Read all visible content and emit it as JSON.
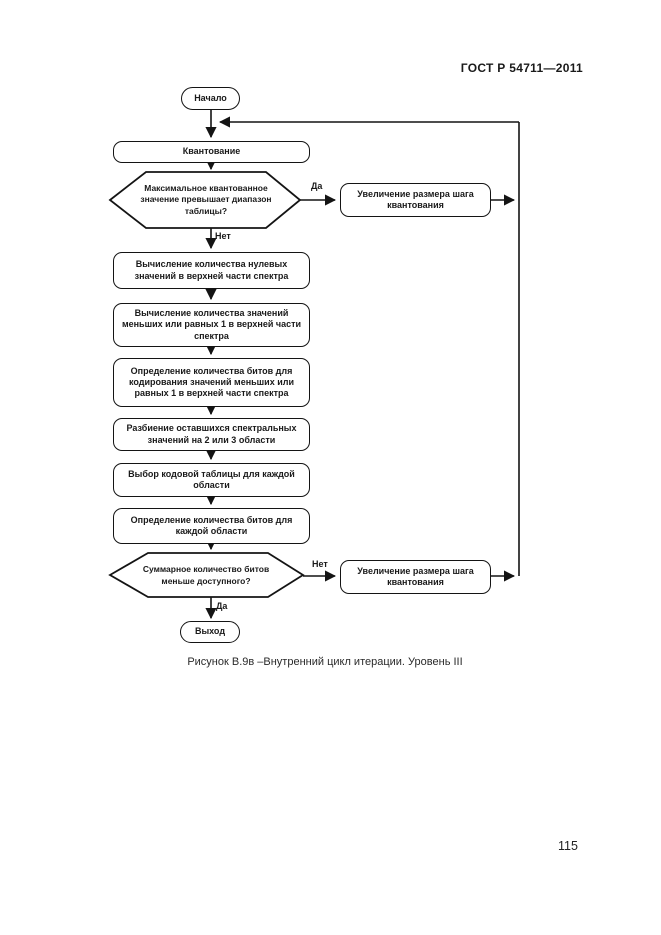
{
  "header": {
    "title": "ГОСТ Р 54711—2011"
  },
  "flowchart": {
    "start": "Начало",
    "quantization": "Квантование",
    "decision_max": "Максимальное квантованное значение превышает диапазон таблицы?",
    "increase_step_1": "Увеличение размера шага квантования",
    "calc_zero": "Вычисление количества нулевых значений в верхней части спектра",
    "calc_leq1": "Вычисление количества значений меньших или равных 1 в верхней части спектра",
    "bits_leq1": "Определение количества битов для кодирования значений меньших или равных 1 в верхней части спектра",
    "split_regions": "Разбиение оставшихся спектральных значений на 2 или 3 области",
    "choose_table": "Выбор кодовой таблицы для каждой области",
    "bits_region": "Определение количества битов для каждой области",
    "decision_bits": "Суммарное количество битов меньше доступного?",
    "increase_step_2": "Увеличение размера шага квантования",
    "end": "Выход",
    "labels": {
      "yes1": "Да",
      "no1": "Нет",
      "no2": "Нет",
      "yes2": "Да"
    }
  },
  "caption": "Рисунок В.9в –Внутренний цикл итерации. Уровень III",
  "page_number": "115",
  "colors": {
    "ink": "#141414",
    "paper": "#ffffff"
  }
}
